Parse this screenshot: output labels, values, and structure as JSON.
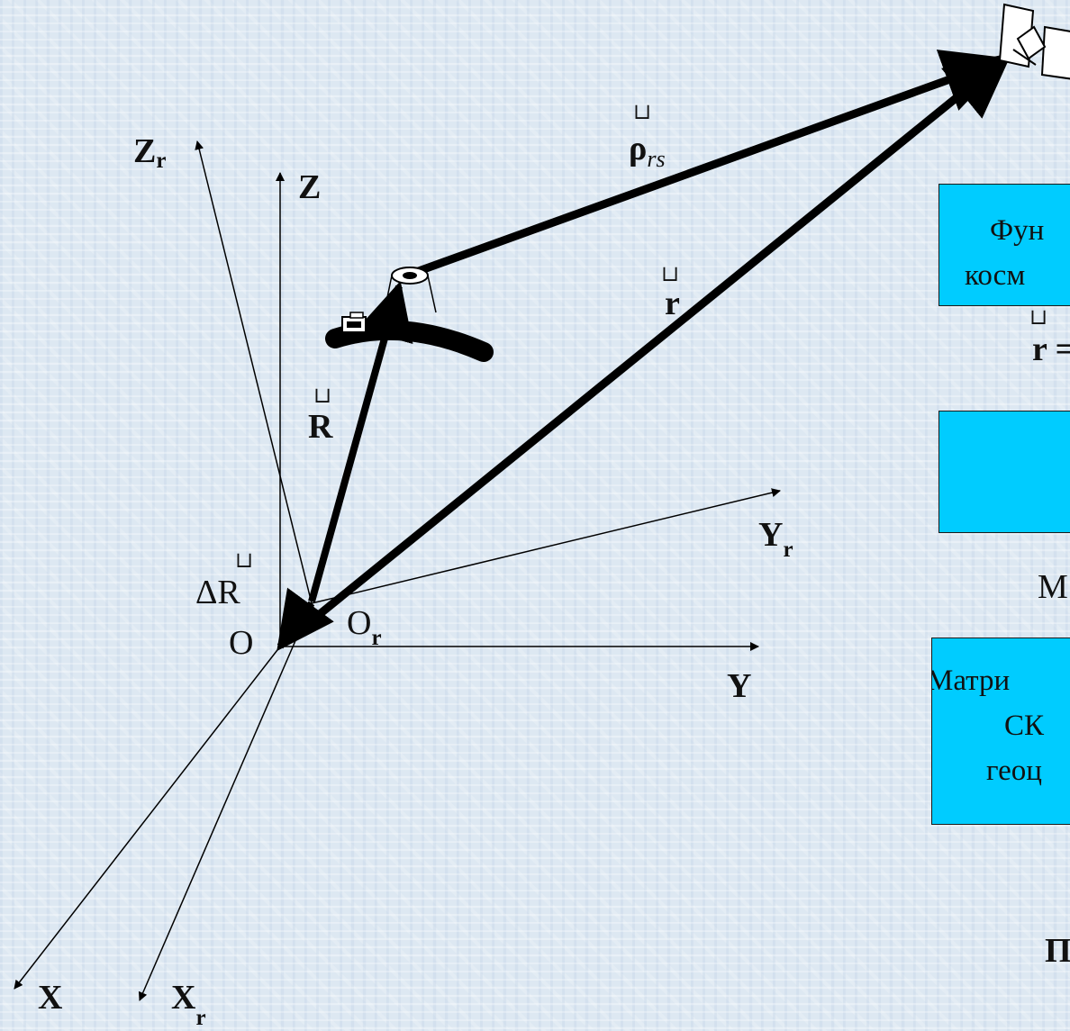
{
  "labels": {
    "z_r_main": "Z",
    "z_r_sub": "r",
    "z": "Z",
    "y_r_main": "Y",
    "y_r_sub": "r",
    "y": "Y",
    "x": "X",
    "x_r_main": "X",
    "x_r_sub": "r",
    "o": "O",
    "o_r_main": "O",
    "o_r_sub": "r",
    "delta_r": "ΔR",
    "r_cap": "R",
    "r_small": "r",
    "rho_main": "ρ",
    "rho_sub": "rs",
    "vec_mark": "⊔"
  },
  "boxes": [
    {
      "lines": [
        "Фун",
        "косм"
      ]
    },
    {
      "lines": []
    },
    {
      "lines": [
        "Матри",
        "СК",
        "геоц"
      ]
    }
  ],
  "side_text": {
    "formula_fragment": "r =",
    "m_fragment": "М",
    "p_fragment": "П"
  },
  "colors": {
    "box_fill": "#00ccff",
    "line": "#000000",
    "background": "#dde8f2"
  }
}
